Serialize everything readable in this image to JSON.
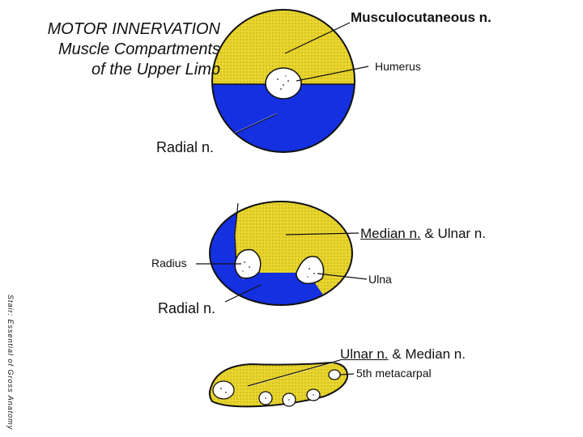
{
  "title": {
    "line1": "MOTOR INNERVATION",
    "line2": "Muscle Compartments",
    "line3": "of the Upper Limb"
  },
  "arm_section": {
    "musculocutaneous_label": "Musculocutaneous n.",
    "humerus_label": "Humerus",
    "radial_label": "Radial n."
  },
  "forearm_section": {
    "median_label": "Median n.",
    "ulnar_connector": " & Ulnar n.",
    "radius_label": "Radius",
    "ulna_label": "Ulna",
    "radial_label": "Radial n."
  },
  "hand_section": {
    "ulnar_label": "Ulnar n.",
    "median_connector": " & Median n.",
    "metacarpal_label": "5th metacarpal"
  },
  "credit": "Stair: Essential of Gross Anatomy",
  "colors": {
    "flexor_yellow": "#e8d42a",
    "extensor_blue": "#1430e0",
    "bone_white": "#ffffff",
    "outline": "#111111"
  }
}
